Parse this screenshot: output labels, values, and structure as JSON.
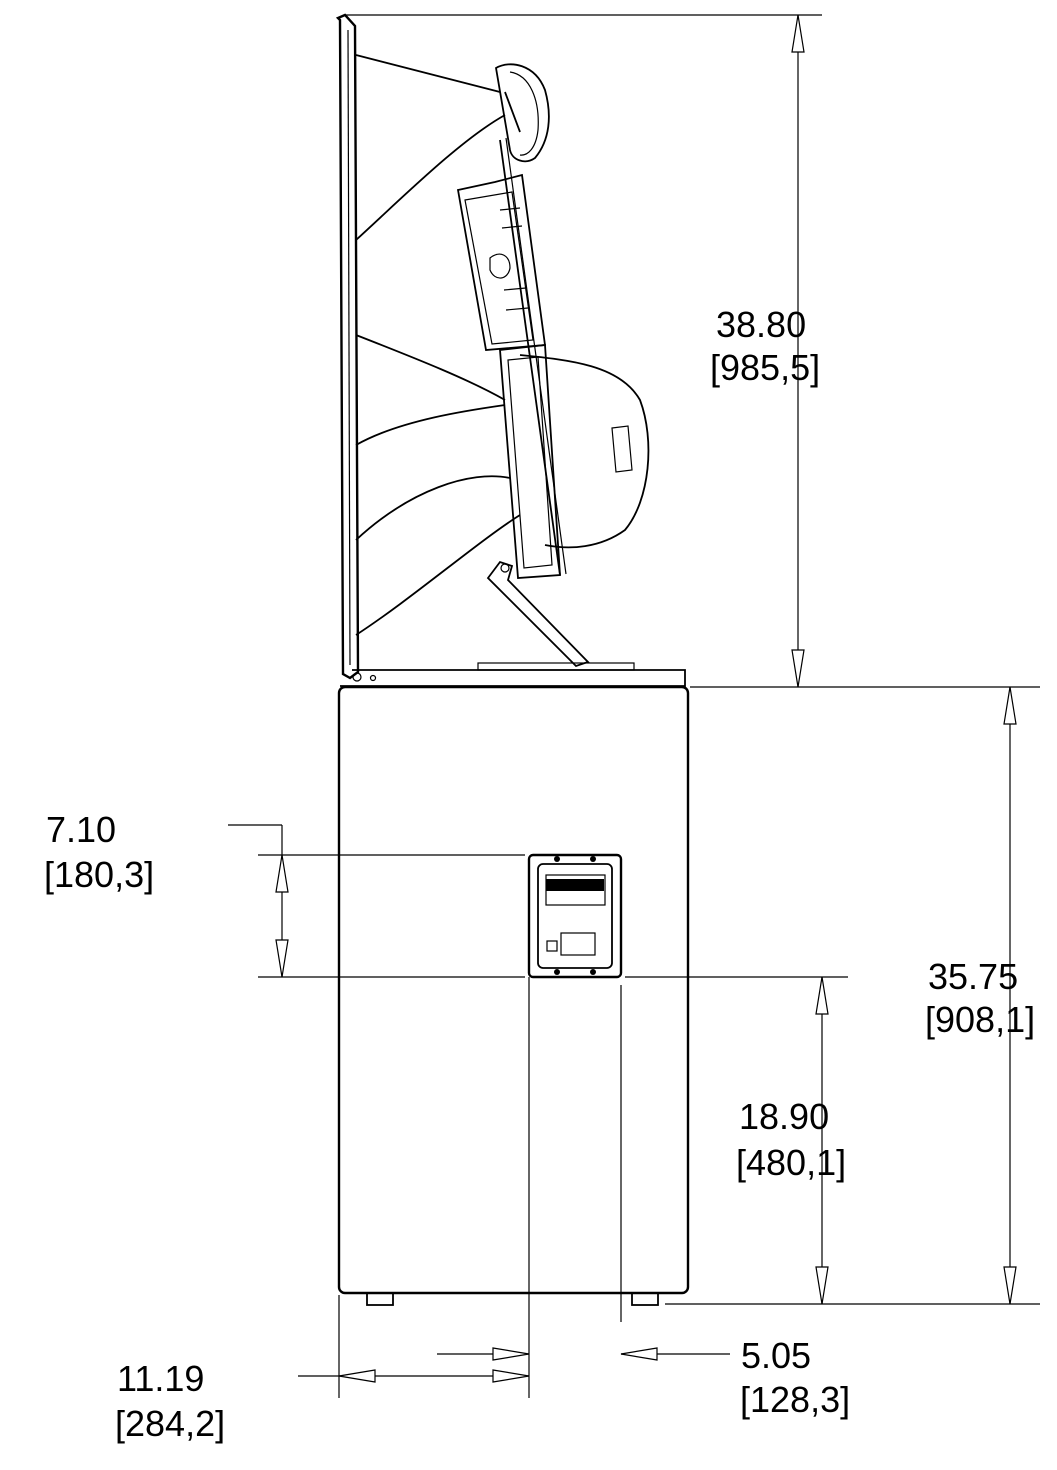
{
  "dimensions": {
    "speaker_height": {
      "imperial": "38.80",
      "metric": "[985,5]"
    },
    "cabinet_height": {
      "imperial": "35.75",
      "metric": "[908,1]"
    },
    "panel_height": {
      "imperial": "7.10",
      "metric": "[180,3]"
    },
    "panel_elevation": {
      "imperial": "18.90",
      "metric": "[480,1]"
    },
    "panel_width": {
      "imperial": "5.05",
      "metric": "[128,3]"
    },
    "panel_offset": {
      "imperial": "11.19",
      "metric": "[284,2]"
    }
  }
}
